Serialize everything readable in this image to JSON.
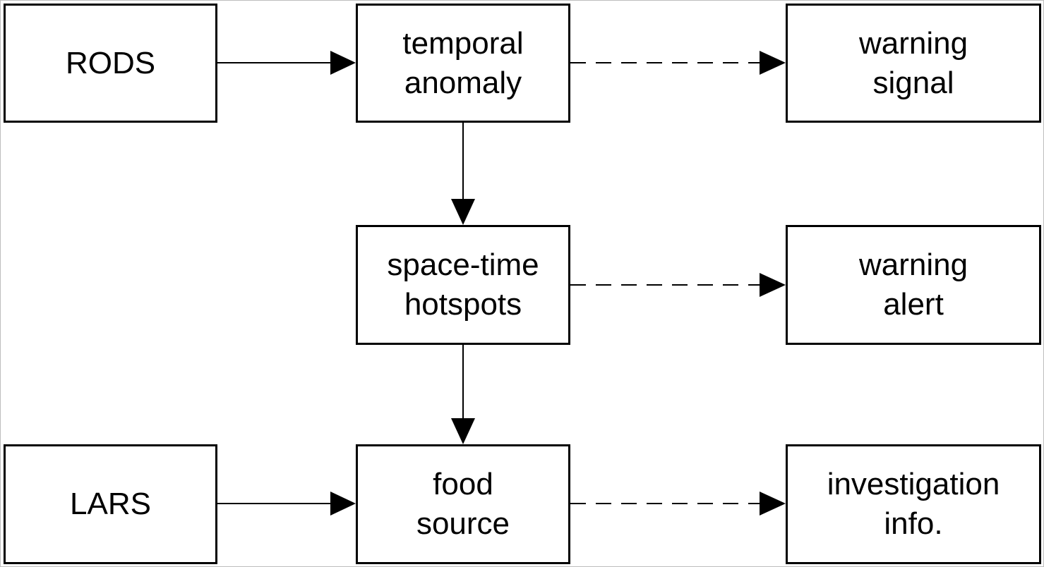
{
  "nodes": {
    "rods": {
      "lines": [
        "RODS"
      ]
    },
    "temporal": {
      "lines": [
        "temporal",
        "anomaly"
      ]
    },
    "signal": {
      "lines": [
        "warning",
        "signal"
      ]
    },
    "spacetime": {
      "lines": [
        "space-time",
        "hotspots"
      ]
    },
    "alert": {
      "lines": [
        "warning",
        "alert"
      ]
    },
    "lars": {
      "lines": [
        "LARS"
      ]
    },
    "food": {
      "lines": [
        "food",
        "source"
      ]
    },
    "investigation": {
      "lines": [
        "investigation",
        "info."
      ]
    }
  },
  "edges": [
    {
      "from": "rods",
      "to": "temporal",
      "style": "solid"
    },
    {
      "from": "temporal",
      "to": "signal",
      "style": "dashed"
    },
    {
      "from": "temporal",
      "to": "spacetime",
      "style": "solid"
    },
    {
      "from": "spacetime",
      "to": "alert",
      "style": "dashed"
    },
    {
      "from": "spacetime",
      "to": "food",
      "style": "solid"
    },
    {
      "from": "lars",
      "to": "food",
      "style": "solid"
    },
    {
      "from": "food",
      "to": "investigation",
      "style": "dashed"
    }
  ]
}
